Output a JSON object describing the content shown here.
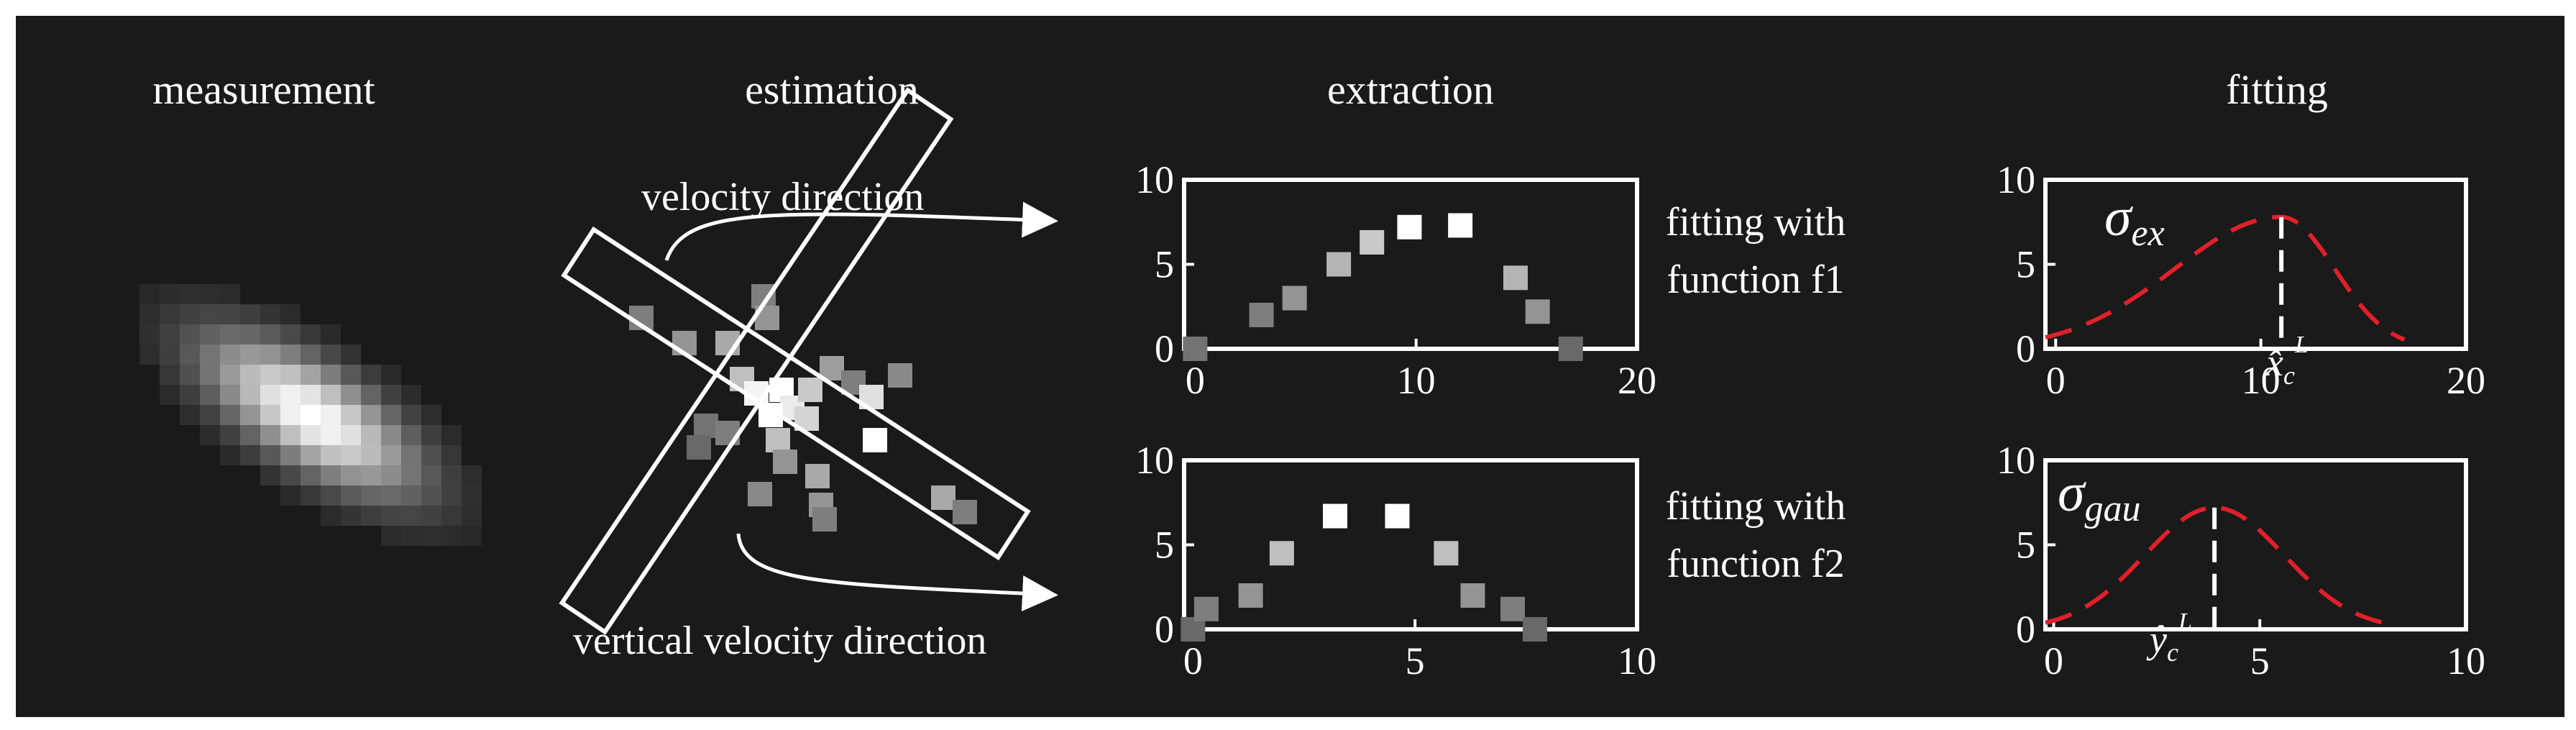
{
  "headers": {
    "measurement": "measurement",
    "estimation": "estimation",
    "extraction": "extraction",
    "fitting": "fitting"
  },
  "estimation": {
    "velocity_label": "velocity direction",
    "vertical_label": "vertical velocity direction"
  },
  "fitting_labels": {
    "f1_line1": "fitting with",
    "f1_line2": "function f1",
    "f2_line1": "fitting with",
    "f2_line2": "function f2"
  },
  "fit_symbols": {
    "top": "σex",
    "bottom": "σgau",
    "top_marker": "x̂cL",
    "bottom_marker": "ŷcL"
  },
  "colors": {
    "background": "#1a1a1a",
    "frame": "#ffffff",
    "fit_curve": "#e0202a"
  },
  "chart_data": [
    {
      "type": "scatter",
      "title": "extraction (velocity direction)",
      "x_ticks": [
        "0",
        "10",
        "20"
      ],
      "y_ticks": [
        "0",
        "5",
        "10"
      ],
      "xlim": [
        -0.5,
        20
      ],
      "ylim": [
        0,
        10
      ],
      "points": [
        {
          "x": 0,
          "y": 0.0,
          "gray": 0.35
        },
        {
          "x": 3,
          "y": 2.0,
          "gray": 0.4
        },
        {
          "x": 4.5,
          "y": 3.0,
          "gray": 0.5
        },
        {
          "x": 6.5,
          "y": 5.0,
          "gray": 0.65
        },
        {
          "x": 8,
          "y": 6.3,
          "gray": 0.75
        },
        {
          "x": 9.7,
          "y": 7.2,
          "gray": 1.0
        },
        {
          "x": 12,
          "y": 7.3,
          "gray": 1.0
        },
        {
          "x": 14.5,
          "y": 4.2,
          "gray": 0.65
        },
        {
          "x": 15.5,
          "y": 2.2,
          "gray": 0.5
        },
        {
          "x": 17,
          "y": 0.0,
          "gray": 0.3
        }
      ]
    },
    {
      "type": "scatter",
      "title": "extraction (vertical velocity direction)",
      "x_ticks": [
        "0",
        "5",
        "10"
      ],
      "y_ticks": [
        "0",
        "5",
        "10"
      ],
      "xlim": [
        -0.2,
        10
      ],
      "ylim": [
        0,
        10
      ],
      "points": [
        {
          "x": 0,
          "y": 0.0,
          "gray": 0.3
        },
        {
          "x": 0.3,
          "y": 1.2,
          "gray": 0.4
        },
        {
          "x": 1.3,
          "y": 2.0,
          "gray": 0.5
        },
        {
          "x": 2.0,
          "y": 4.5,
          "gray": 0.7
        },
        {
          "x": 3.2,
          "y": 6.7,
          "gray": 1.0
        },
        {
          "x": 4.6,
          "y": 6.7,
          "gray": 1.0
        },
        {
          "x": 5.7,
          "y": 4.5,
          "gray": 0.7
        },
        {
          "x": 6.3,
          "y": 2.0,
          "gray": 0.5
        },
        {
          "x": 7.2,
          "y": 1.2,
          "gray": 0.4
        },
        {
          "x": 7.7,
          "y": 0.0,
          "gray": 0.3
        }
      ]
    },
    {
      "type": "line",
      "title": "fitting with function f1",
      "x_ticks": [
        "0",
        "10",
        "20"
      ],
      "y_ticks": [
        "0",
        "5",
        "10"
      ],
      "xlim": [
        -0.5,
        20
      ],
      "ylim": [
        0,
        10
      ],
      "series": [
        {
          "style": "dashed",
          "peak_x": 11,
          "peak_y": 7.8,
          "sigma_left": 5.2,
          "sigma_right": 2.6,
          "x_range": [
            -0.5,
            17
          ]
        }
      ],
      "marker_x": 11
    },
    {
      "type": "line",
      "title": "fitting with function f2",
      "x_ticks": [
        "0",
        "5",
        "10"
      ],
      "y_ticks": [
        "0",
        "5",
        "10"
      ],
      "xlim": [
        -0.2,
        10
      ],
      "ylim": [
        0,
        10
      ],
      "series": [
        {
          "style": "dashed",
          "peak_x": 3.9,
          "peak_y": 7.2,
          "sigma_left": 1.7,
          "sigma_right": 1.7,
          "x_range": [
            -0.2,
            8
          ]
        }
      ],
      "marker_x": 3.9
    }
  ]
}
